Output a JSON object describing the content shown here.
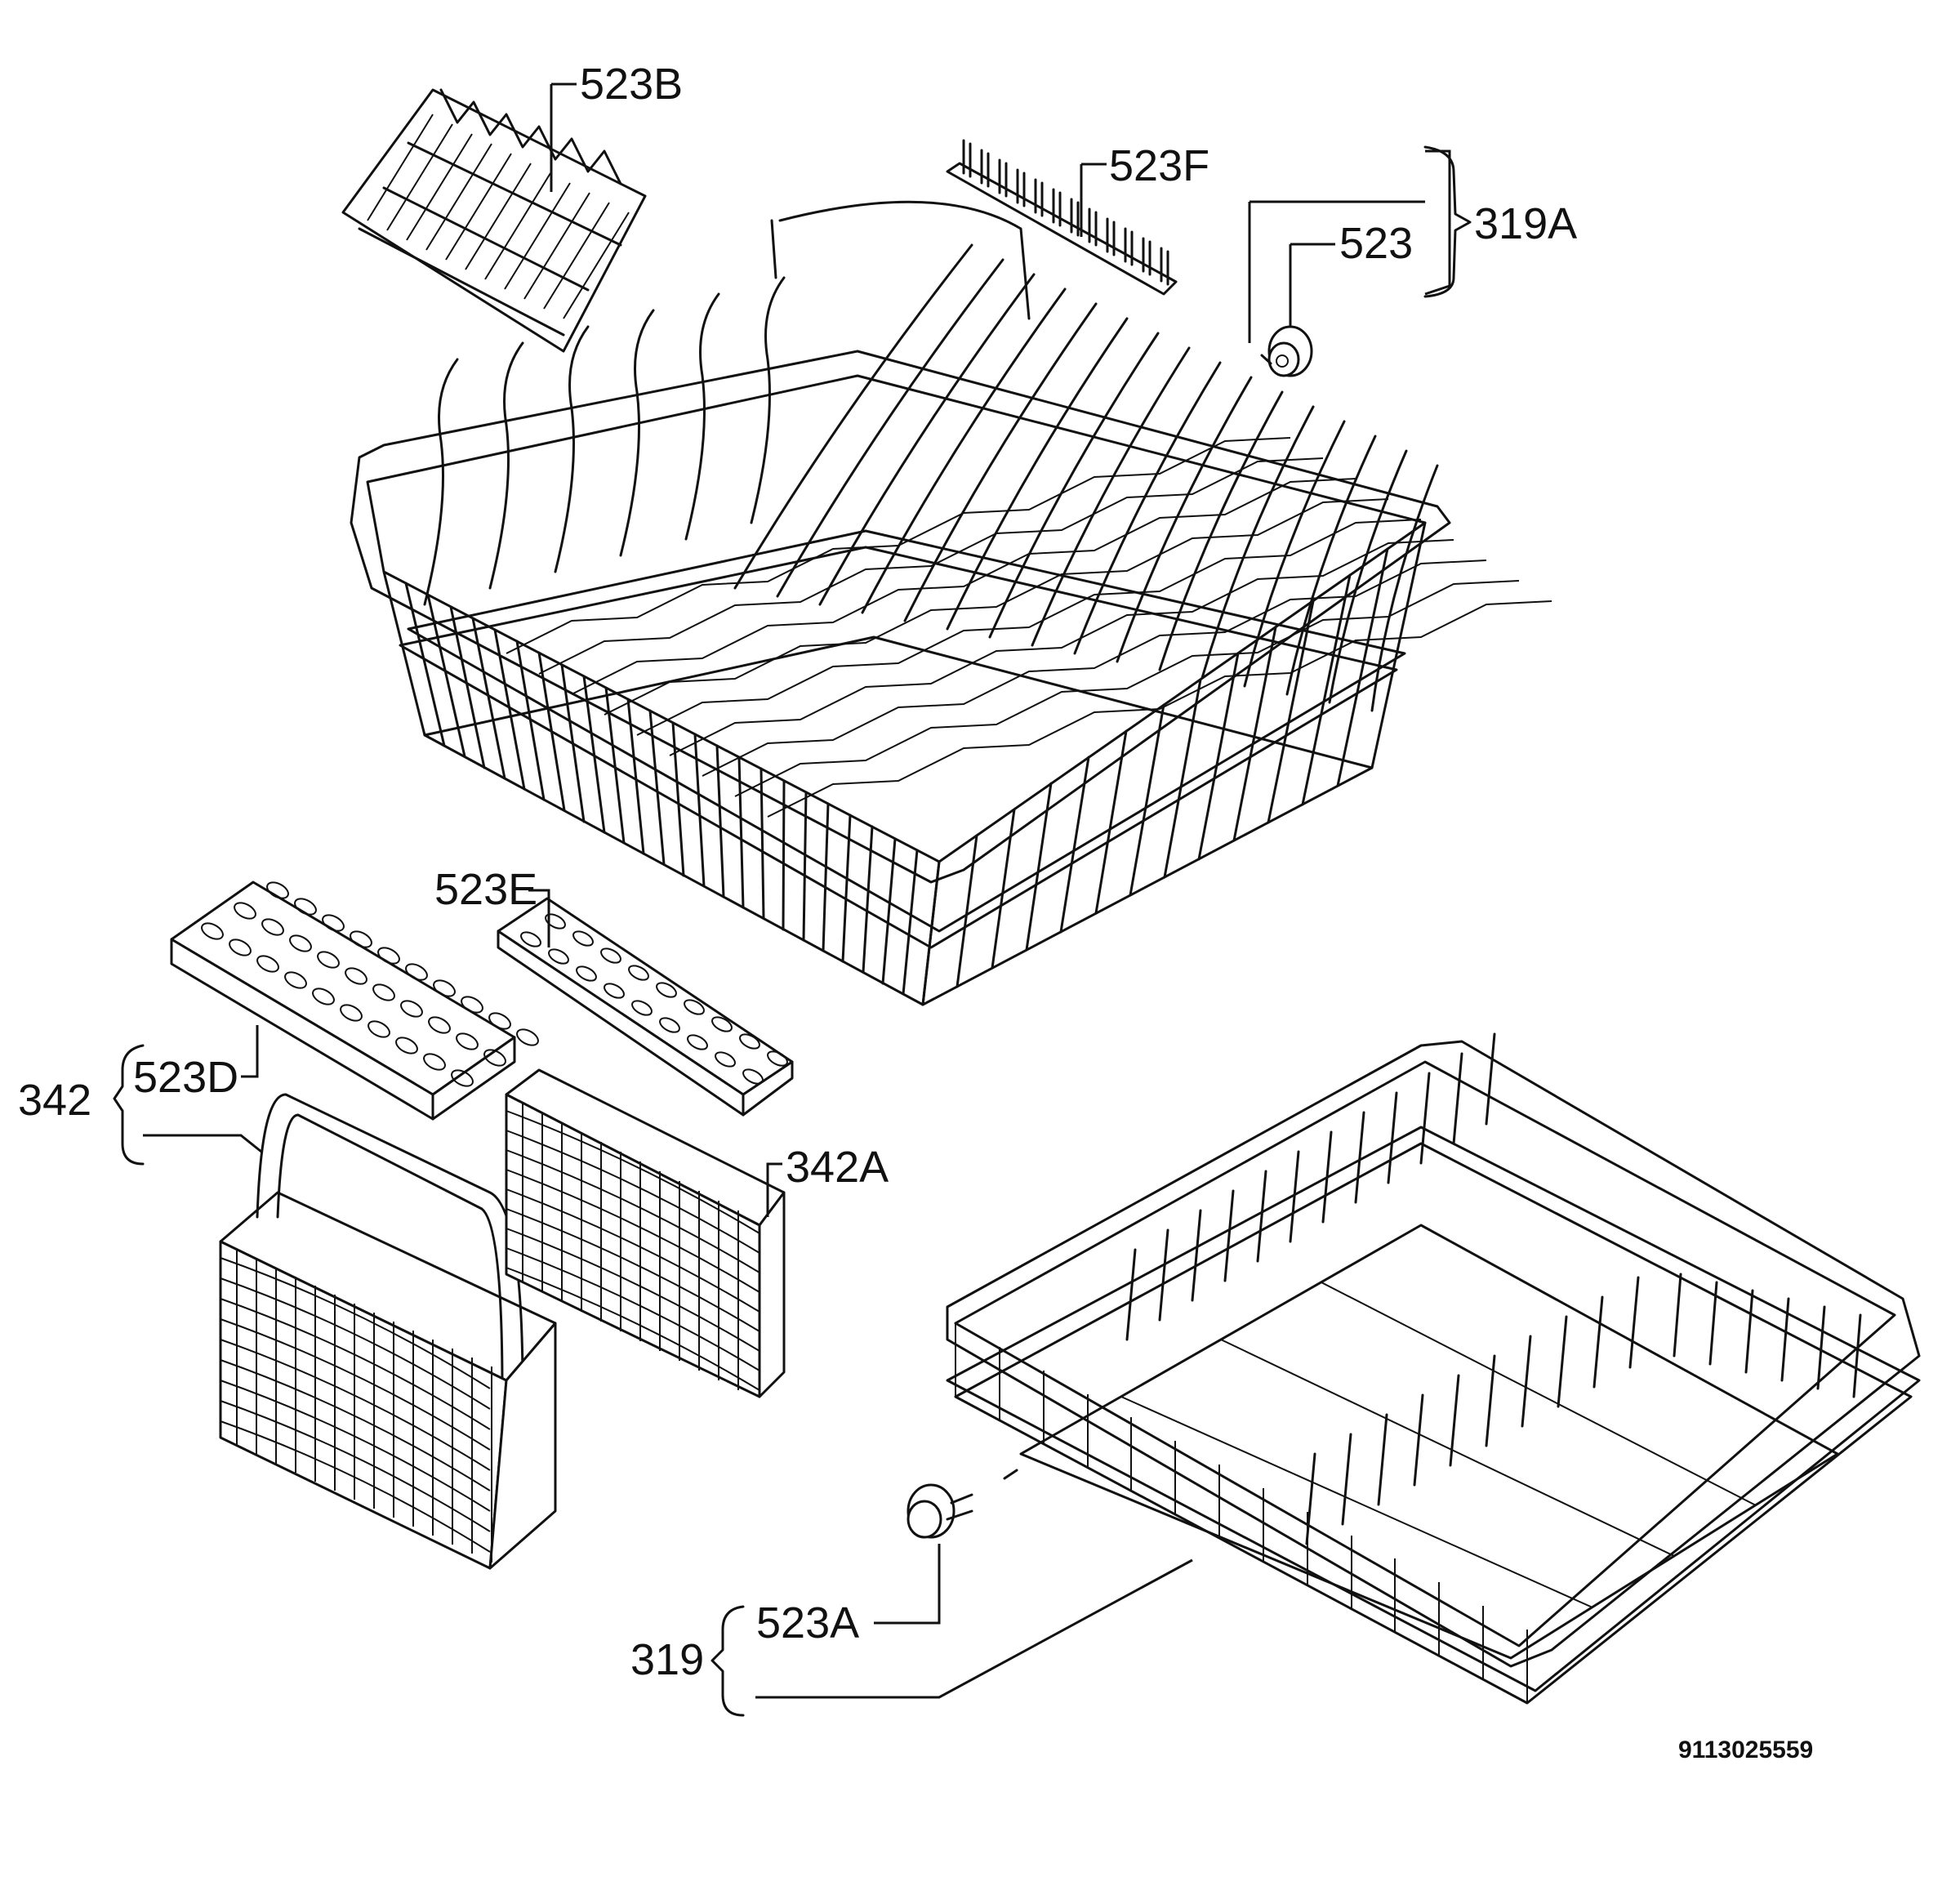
{
  "labels": {
    "l523B": "523B",
    "l523F": "523F",
    "l523": "523",
    "l319A": "319A",
    "l523E": "523E",
    "l523D": "523D",
    "l342": "342",
    "l342A": "342A",
    "l523A": "523A",
    "l319": "319"
  },
  "doc_number": "9113025559"
}
